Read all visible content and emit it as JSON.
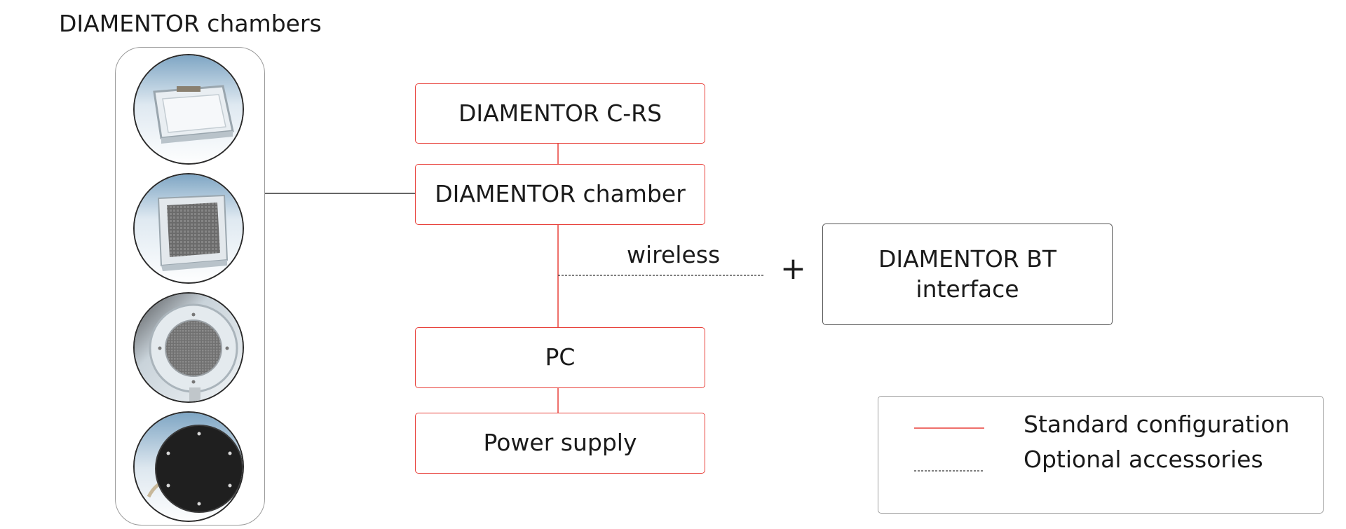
{
  "title": "DIAMENTOR chambers",
  "boxes": {
    "crs": "DIAMENTOR C-RS",
    "chamber": "DIAMENTOR chamber",
    "pc": "PC",
    "power": "Power supply",
    "bt_line1": "DIAMENTOR BT",
    "bt_line2": "interface"
  },
  "connector_labels": {
    "wireless": "wireless",
    "plus": "+"
  },
  "legend": {
    "standard": "Standard configuration",
    "optional": "Optional accessories"
  },
  "colors": {
    "standard_line": "#e8403a",
    "optional_line": "#333333",
    "text": "#1a1a1a"
  }
}
